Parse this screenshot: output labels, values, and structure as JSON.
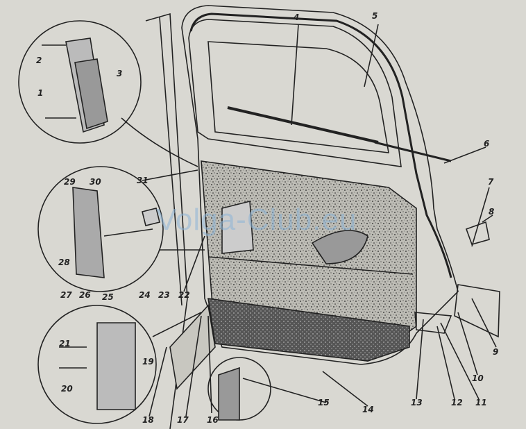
{
  "diagram": {
    "labels": [
      "1",
      "2",
      "3",
      "4",
      "5",
      "6",
      "7",
      "8",
      "9",
      "10",
      "11",
      "12",
      "13",
      "14",
      "15",
      "16",
      "17",
      "18",
      "19",
      "20",
      "21",
      "22",
      "23",
      "24",
      "25",
      "26",
      "27",
      "28",
      "29",
      "30",
      "31"
    ],
    "watermark": "Volga-Club.eu"
  },
  "colors": {
    "paper": "#d9d8d2",
    "ink": "#222222",
    "watermark": "#8cb4d7"
  }
}
